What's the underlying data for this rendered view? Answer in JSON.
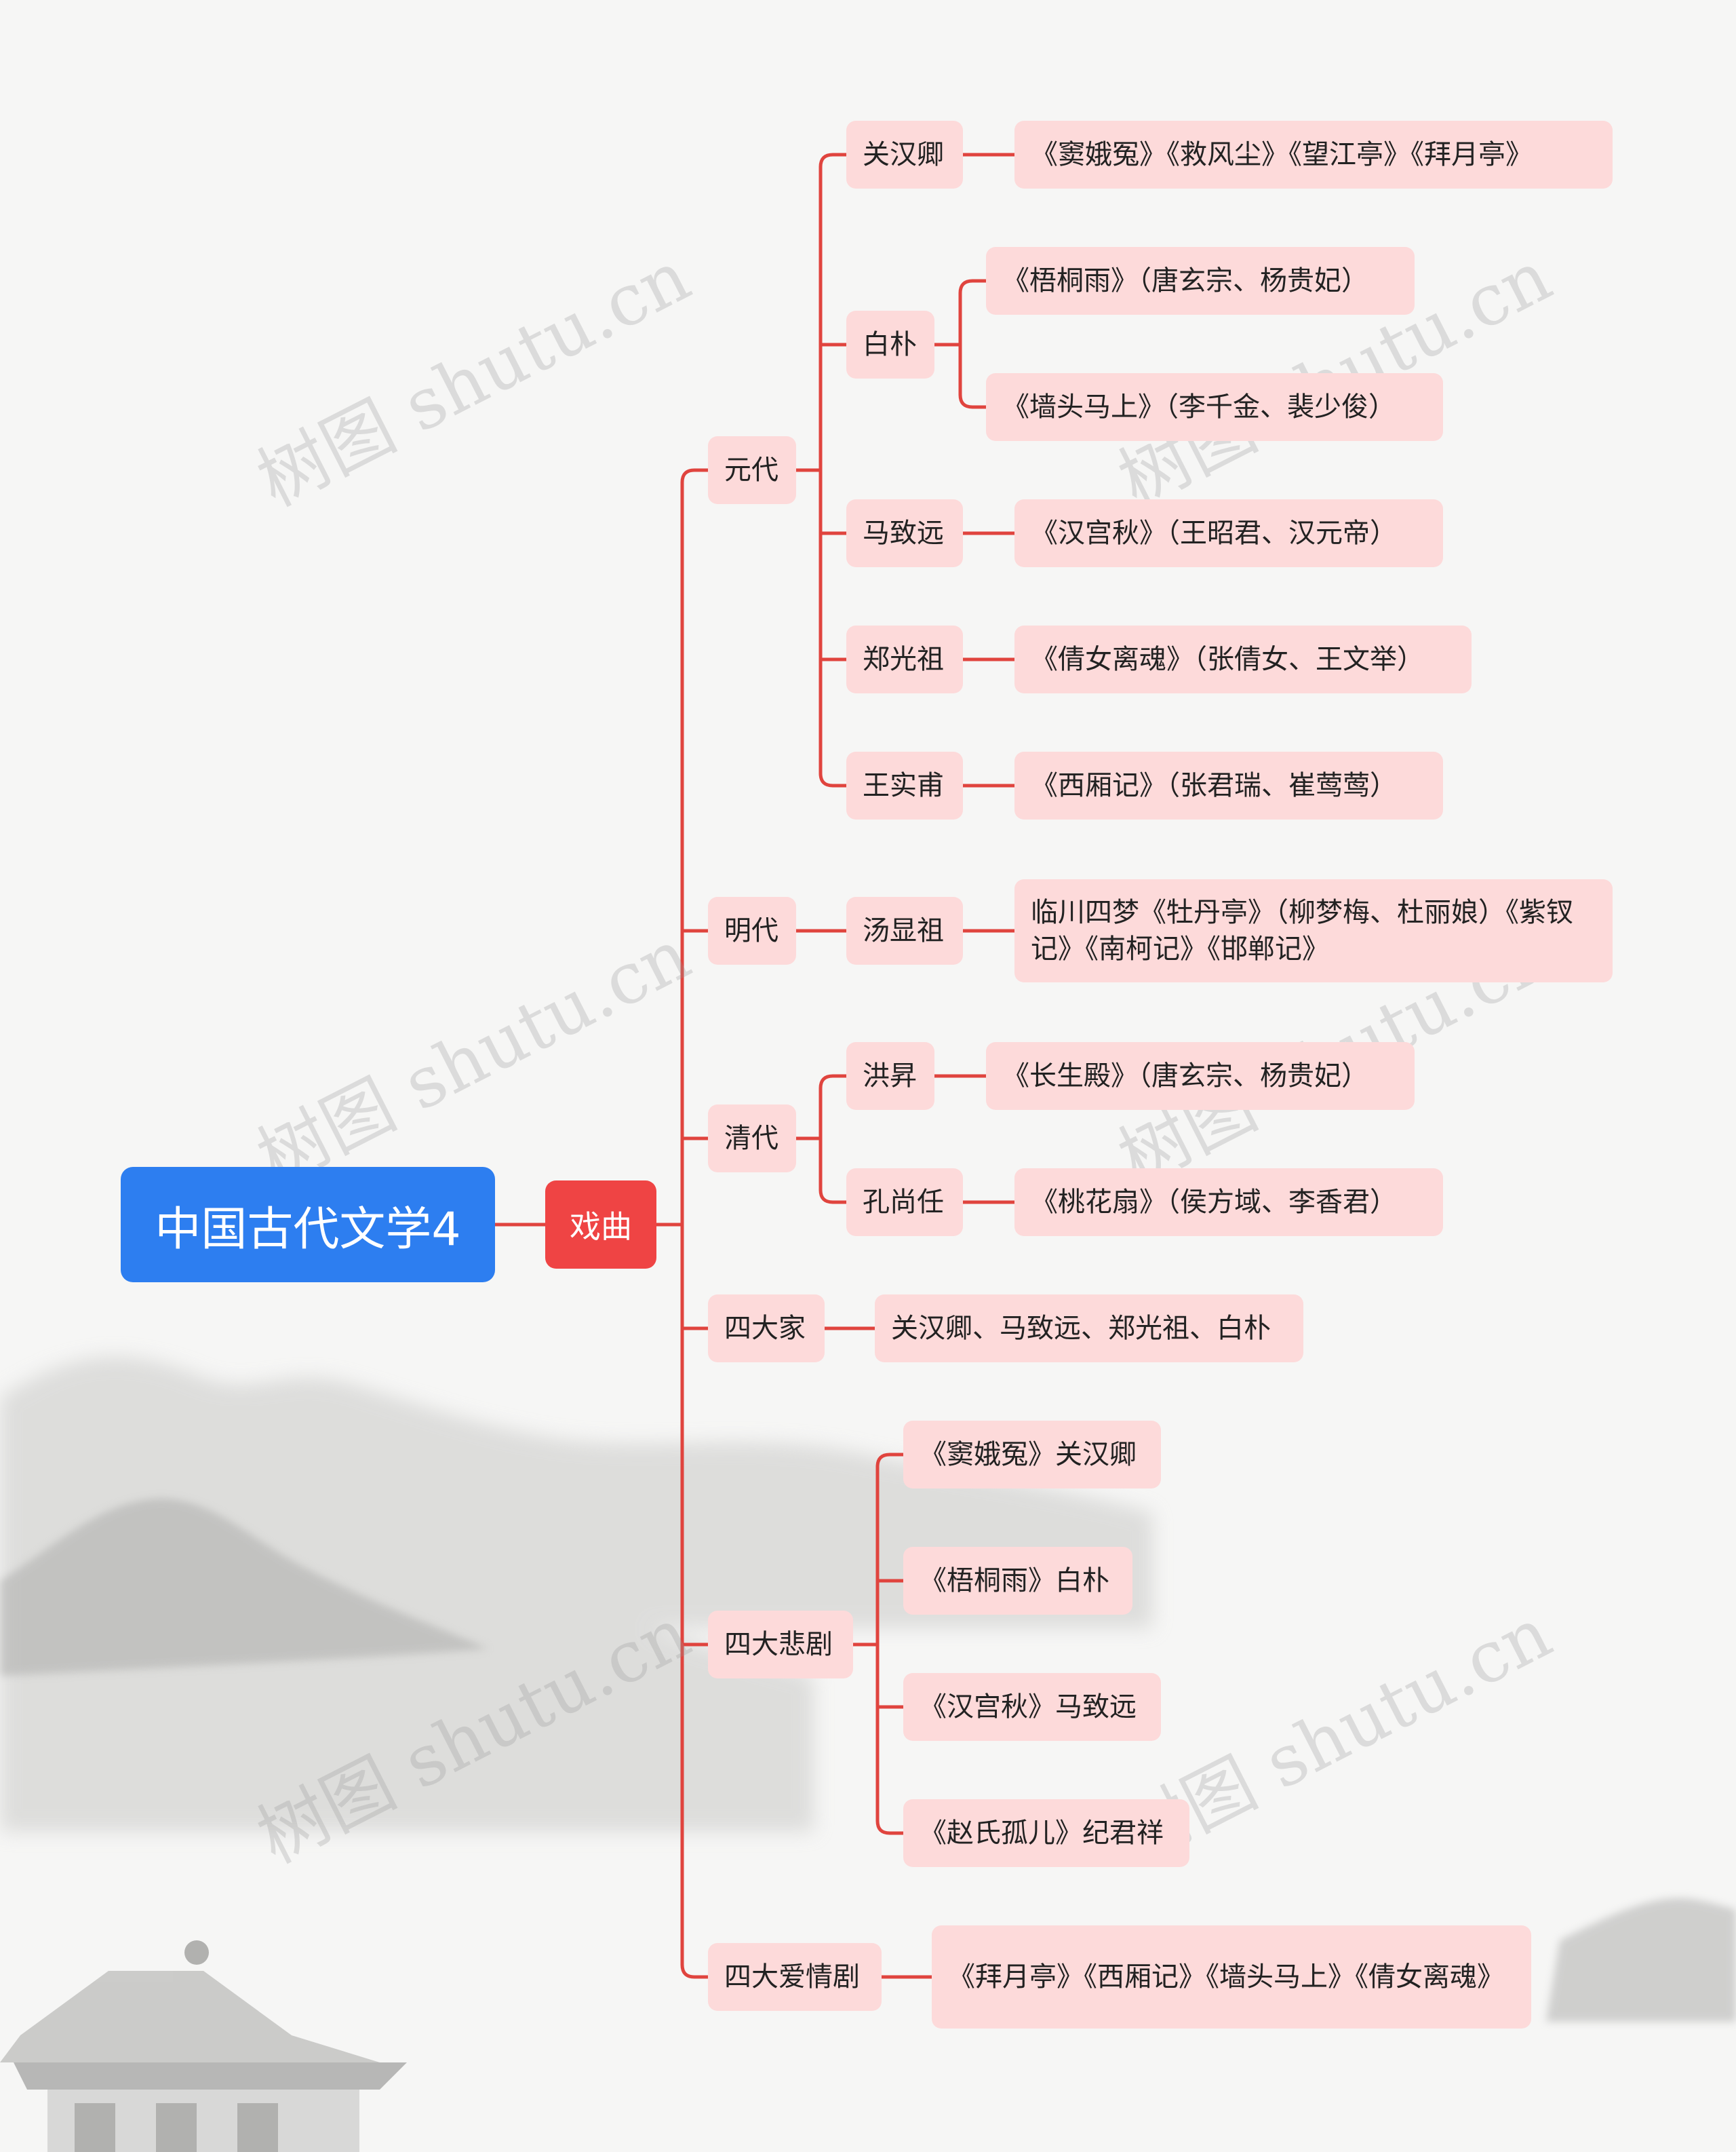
{
  "root": {
    "label": "中国古代文学4"
  },
  "main": {
    "label": "戏曲"
  },
  "categories": [
    {
      "label": "元代"
    },
    {
      "label": "明代"
    },
    {
      "label": "清代"
    },
    {
      "label": "四大家"
    },
    {
      "label": "四大悲剧"
    },
    {
      "label": "四大爱情剧"
    }
  ],
  "authors": [
    {
      "label": "关汉卿"
    },
    {
      "label": "白朴"
    },
    {
      "label": "马致远"
    },
    {
      "label": "郑光祖"
    },
    {
      "label": "王实甫"
    },
    {
      "label": "汤显祖"
    },
    {
      "label": "洪昇"
    },
    {
      "label": "孔尚任"
    }
  ],
  "works": [
    {
      "label": "《窦娥冤》《救风尘》《望江亭》《拜月亭》"
    },
    {
      "label": "《梧桐雨》（唐玄宗、杨贵妃）"
    },
    {
      "label": "《墙头马上》（李千金、裴少俊）"
    },
    {
      "label": "《汉宫秋》（王昭君、汉元帝）"
    },
    {
      "label": "《倩女离魂》（张倩女、王文举）"
    },
    {
      "label": "《西厢记》（张君瑞、崔莺莺）"
    },
    {
      "label": "临川四梦《牡丹亭》（柳梦梅、杜丽娘）《紫钗记》《南柯记》《邯郸记》"
    },
    {
      "label": "《长生殿》（唐玄宗、杨贵妃）"
    },
    {
      "label": "《桃花扇》（侯方域、李香君）"
    },
    {
      "label": "关汉卿、马致远、郑光祖、白朴"
    },
    {
      "label": "《窦娥冤》关汉卿"
    },
    {
      "label": "《梧桐雨》白朴"
    },
    {
      "label": "《汉宫秋》马致远"
    },
    {
      "label": "《赵氏孤儿》纪君祥"
    },
    {
      "label": "《拜月亭》《西厢记》《墙头马上》《倩女离魂》"
    }
  ],
  "watermark": "树图 shutu.cn",
  "colors": {
    "root": "#2d7ef0",
    "main": "#ef4444",
    "node": "#fddada",
    "line": "#e0443e"
  }
}
